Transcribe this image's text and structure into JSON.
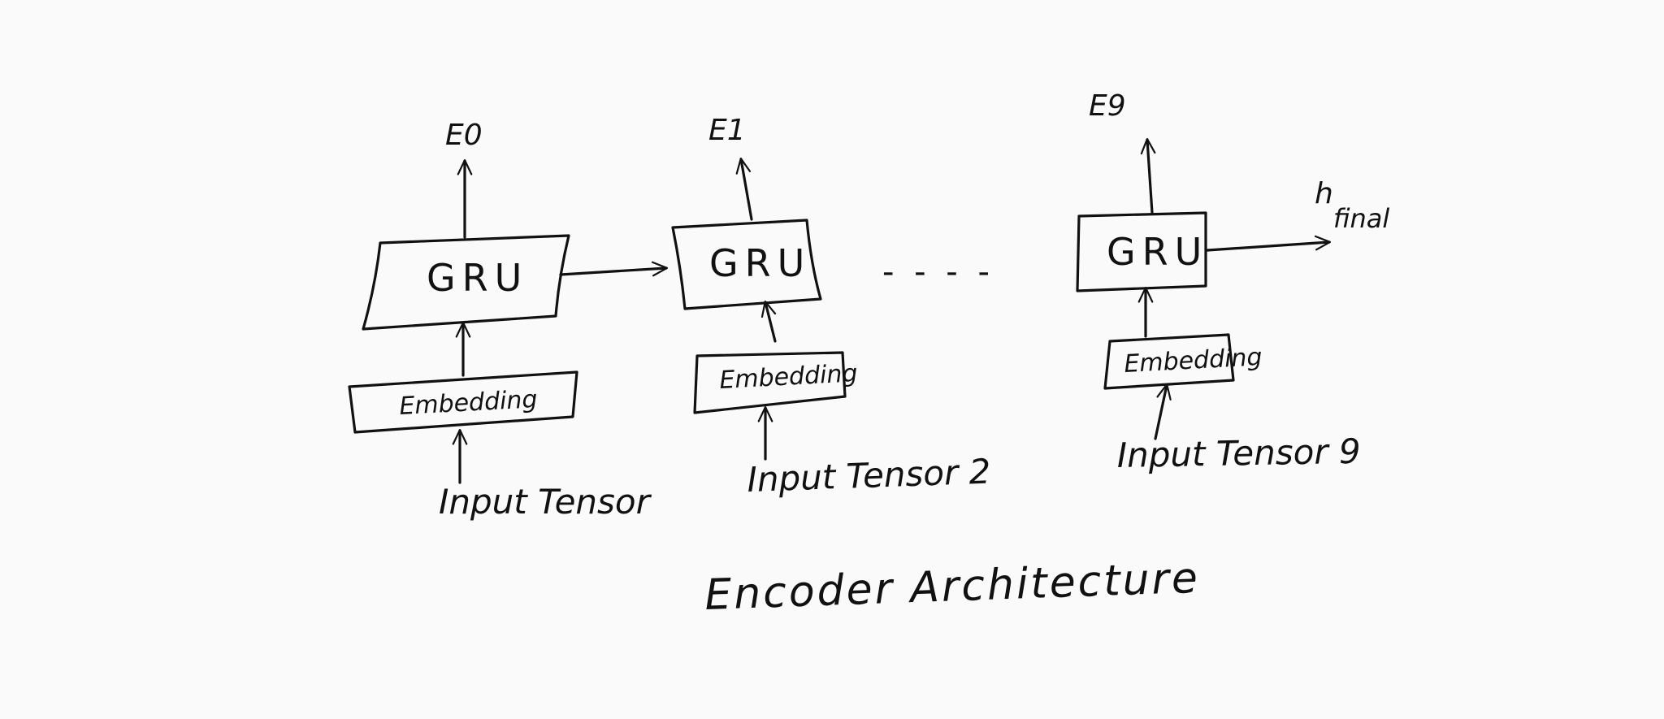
{
  "diagram": {
    "title": "Encoder Architecture",
    "ellipsis": "- - - -",
    "cells": [
      {
        "gru_label": "GRU",
        "embedding_label": "Embedding",
        "input_label": "Input Tensor",
        "output_label": "E0"
      },
      {
        "gru_label": "GRU",
        "embedding_label": "Embedding",
        "input_label": "Input Tensor 2",
        "output_label": "E1"
      },
      {
        "gru_label": "GRU",
        "embedding_label": "Embedding",
        "input_label": "Input Tensor 9",
        "output_label": "E9"
      }
    ],
    "final_state": {
      "main": "h",
      "subscript": "final"
    }
  }
}
